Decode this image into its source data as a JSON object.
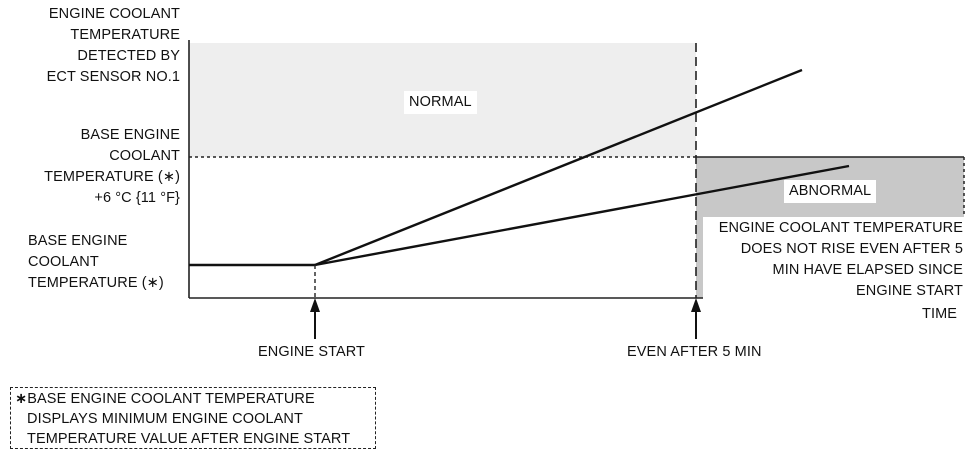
{
  "chart_data": {
    "type": "line",
    "ylabel": [
      "ENGINE COOLANT",
      "TEMPERATURE",
      "DETECTED BY",
      "ECT SENSOR NO.1"
    ],
    "xlabel": "TIME",
    "threshold_label": [
      "BASE ENGINE",
      "COOLANT",
      "TEMPERATURE (∗)",
      "+6 °C {11 °F}"
    ],
    "base_label": [
      "BASE ENGINE",
      "COOLANT",
      "TEMPERATURE (∗)"
    ],
    "regions": {
      "normal": {
        "label": "NORMAL"
      },
      "abnormal": {
        "label": "ABNORMAL",
        "description": [
          "ENGINE COOLANT TEMPERATURE",
          "DOES NOT RISE EVEN AFTER 5",
          "MIN HAVE ELAPSED SINCE",
          "ENGINE START"
        ]
      }
    },
    "events": [
      {
        "name": "engine-start",
        "label": "ENGINE START"
      },
      {
        "name": "after-5-min",
        "label": "EVEN AFTER 5 MIN"
      }
    ]
  },
  "footnote": {
    "symbol": "∗",
    "lines": [
      "BASE ENGINE COOLANT TEMPERATURE",
      "DISPLAYS MINIMUM ENGINE COOLANT",
      "TEMPERATURE VALUE AFTER ENGINE START"
    ]
  },
  "colors": {
    "normal_fill": "#eeeeee",
    "abnormal_fill": "#c8c8c8",
    "line": "#111111"
  }
}
